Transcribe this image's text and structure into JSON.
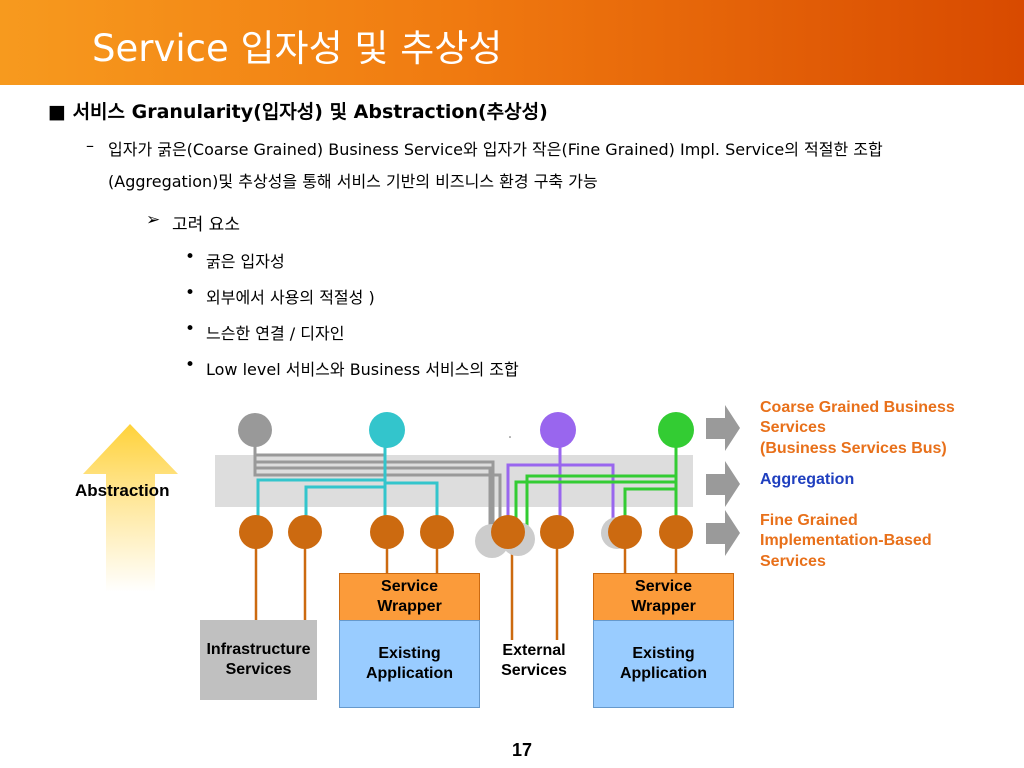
{
  "slide": {
    "title": "Service 입자성 및 추상성",
    "heading_marker": "■",
    "heading": " 서비스 Granularity(입자성) 및 Abstraction(추상성)",
    "dash": "–",
    "description_line1": "입자가 굵은(Coarse Grained) Business Service와 입자가 작은(Fine Grained) Impl. Service의 적절한 조합",
    "description_line2": "(Aggregation)및 추상성을 통해 서비스 기반의 비즈니스 환경 구축 가능",
    "considerations_marker": "➢",
    "considerations_title": "고려 요소",
    "bullet_symbol": "•",
    "bullets": [
      "굵은 입자성",
      "외부에서 사용의 적절성  )",
      "느슨한 연결 / 디자인",
      "Low level 서비스와 Business 서비스의 조합"
    ],
    "page_number": "17"
  },
  "diagram": {
    "abstraction_label": "Abstraction",
    "coarse_label_line1": "Coarse Grained Business",
    "coarse_label_line2": "Services",
    "coarse_label_line3": "(Business Services Bus)",
    "aggregation_label": "Aggregation",
    "fine_label_line1": "Fine Grained",
    "fine_label_line2": "Implementation-Based",
    "fine_label_line3": "Services",
    "infrastructure_line1": "Infrastructure",
    "infrastructure_line2": "Services",
    "wrapper1_line1": "Service",
    "wrapper1_line2": "Wrapper",
    "existing1_line1": "Existing",
    "existing1_line2": "Application",
    "external_line1": "External",
    "external_line2": "Services",
    "wrapper2_line1": "Service",
    "wrapper2_line2": "Wrapper",
    "existing2_line1": "Existing",
    "existing2_line2": "Application",
    "colors": {
      "coarse_gray": "#999999",
      "coarse_cyan": "#33c5cc",
      "coarse_purple": "#9966ee",
      "coarse_green": "#33cc33",
      "fine_orange": "#cc6a10",
      "wrapper_fill": "#fb9b3a",
      "existing_fill": "#99ccff",
      "infrastructure_fill": "#c0c0c0",
      "bus_band": "#dddddd",
      "label_orange": "#e8701a",
      "label_blue": "#1f3fbf"
    }
  }
}
